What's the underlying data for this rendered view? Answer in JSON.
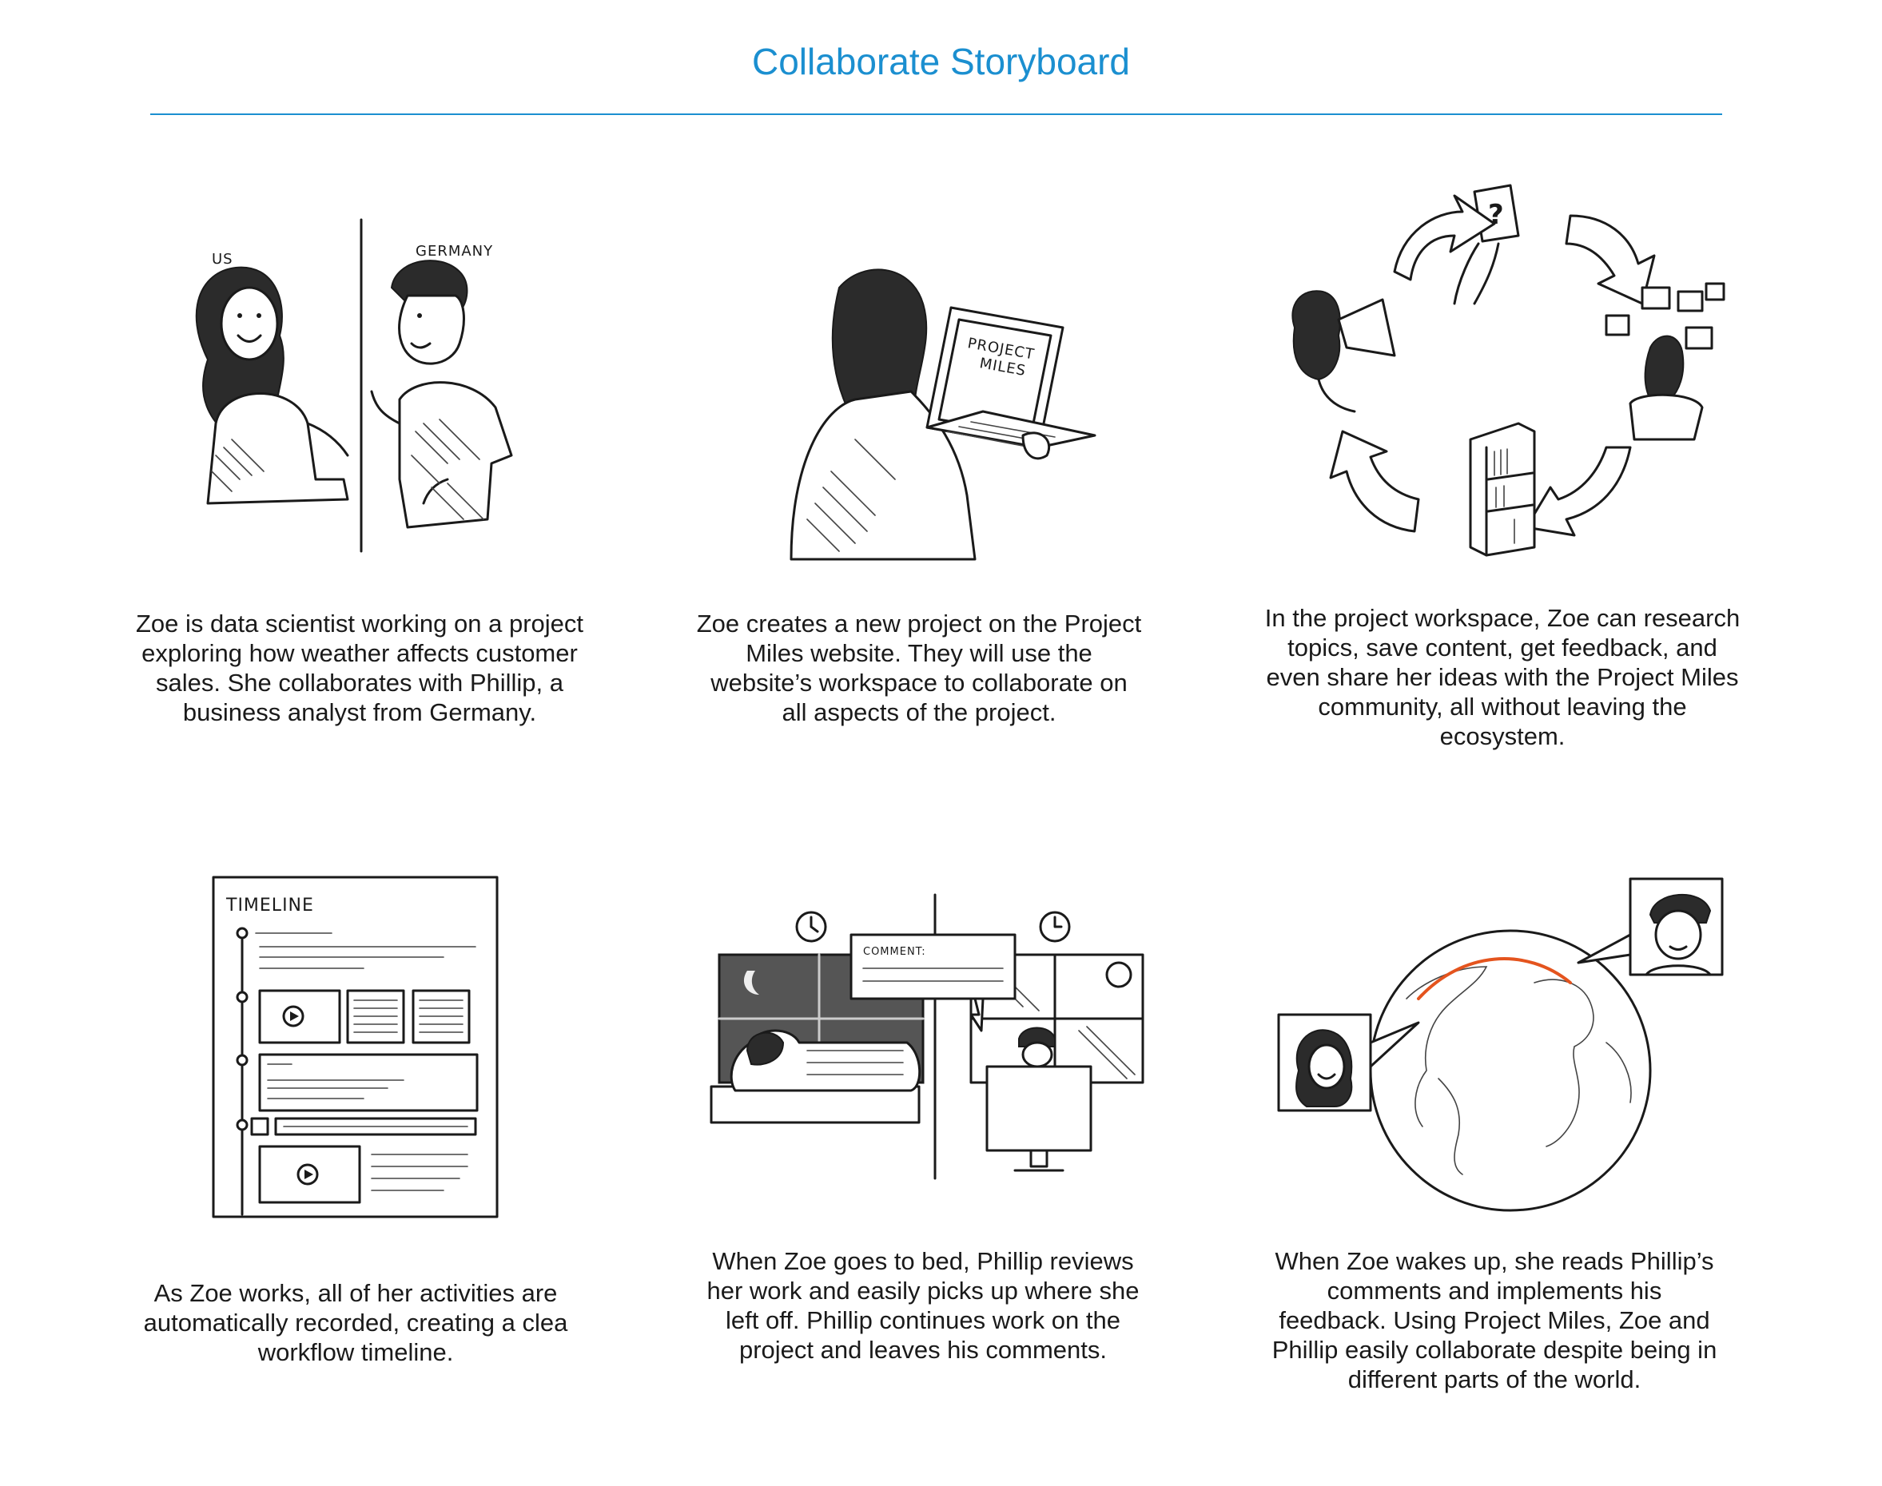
{
  "title": "Collaborate Storyboard",
  "panels": [
    {
      "labels": [
        "US",
        "GERMANY"
      ],
      "caption": "Zoe is data scientist working on a project exploring how weather affects customer sales. She collaborates with Phillip, a business analyst from Germany."
    },
    {
      "labels": [
        "PROJECT",
        "MILES"
      ],
      "caption": "Zoe creates a new project on the Project Miles website. They will use the website’s workspace to collaborate on all aspects of the project."
    },
    {
      "labels": [
        "?"
      ],
      "caption": "In the project workspace, Zoe can research topics, save content, get feedback, and even share her ideas with the Project Miles community, all without leaving the ecosystem."
    },
    {
      "labels": [
        "TIMELINE"
      ],
      "caption": "As Zoe works, all of her activities are automatically recorded, creating a clea workflow timeline."
    },
    {
      "labels": [
        "COMMENT:"
      ],
      "caption": "When Zoe goes to bed, Phillip reviews her work and easily picks up where she left off. Phillip continues work on the project and leaves his comments."
    },
    {
      "labels": [],
      "caption": "When Zoe wakes up, she reads Phillip’s comments and implements his feedback. Using Project Miles, Zoe and Phillip easily collaborate despite being in different parts of the world."
    }
  ]
}
